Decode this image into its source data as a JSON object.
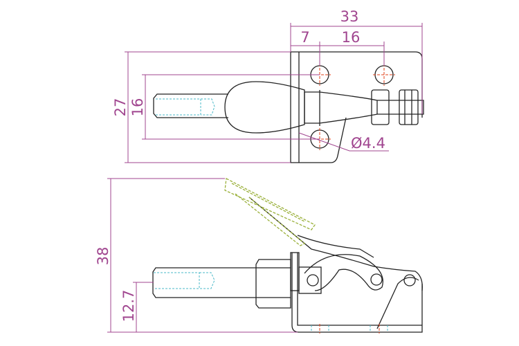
{
  "title_view_dimensions": {
    "overall_width": "33",
    "hole_offset": "7",
    "hole_spacing_horizontal": "16",
    "overall_height": "27",
    "hole_spacing_vertical": "16",
    "hole_diameter": "Ø4.4"
  },
  "side_view_dimensions": {
    "overall_height": "38",
    "plunger_height": "12.7"
  },
  "colors": {
    "dimension": "#a0458f",
    "outline": "#222222",
    "centerline": "#e0401a",
    "hidden": "#49b8c8",
    "grip": "#9ab03a"
  }
}
